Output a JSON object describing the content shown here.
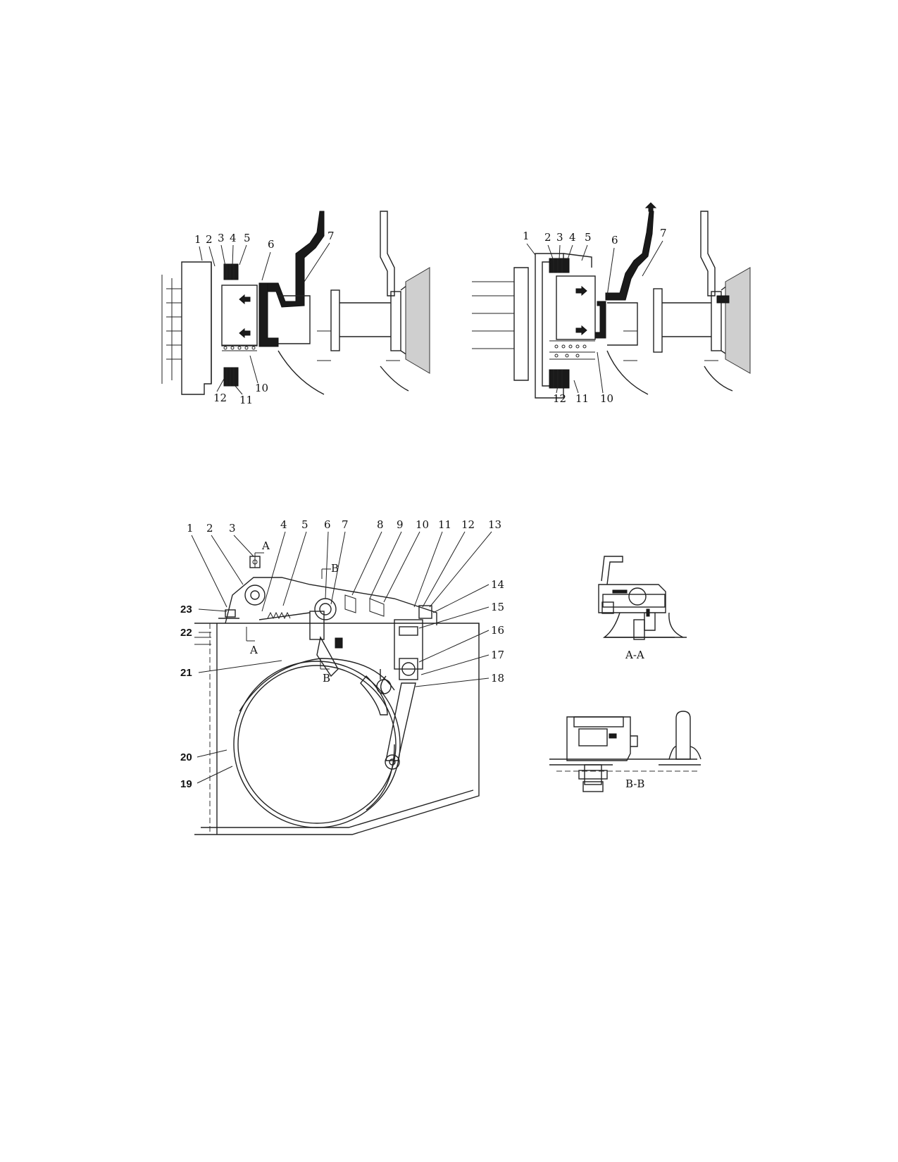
{
  "figures": {
    "clutch_left": {
      "callouts": [
        "1",
        "2",
        "3",
        "4",
        "5",
        "6",
        "7",
        "10",
        "11",
        "12"
      ]
    },
    "clutch_right": {
      "callouts": [
        "1",
        "2",
        "3",
        "4",
        "5",
        "6",
        "7",
        "10",
        "11",
        "12"
      ]
    },
    "brake": {
      "callouts": [
        "1",
        "2",
        "3",
        "4",
        "5",
        "6",
        "7",
        "8",
        "9",
        "10",
        "11",
        "12",
        "13",
        "14",
        "15",
        "16",
        "17",
        "18",
        "19",
        "20",
        "21",
        "22",
        "23"
      ],
      "section_marks": [
        "A",
        "A",
        "B",
        "B"
      ]
    },
    "section_aa": {
      "caption": "A-A"
    },
    "section_bb": {
      "caption": "B-B"
    }
  }
}
